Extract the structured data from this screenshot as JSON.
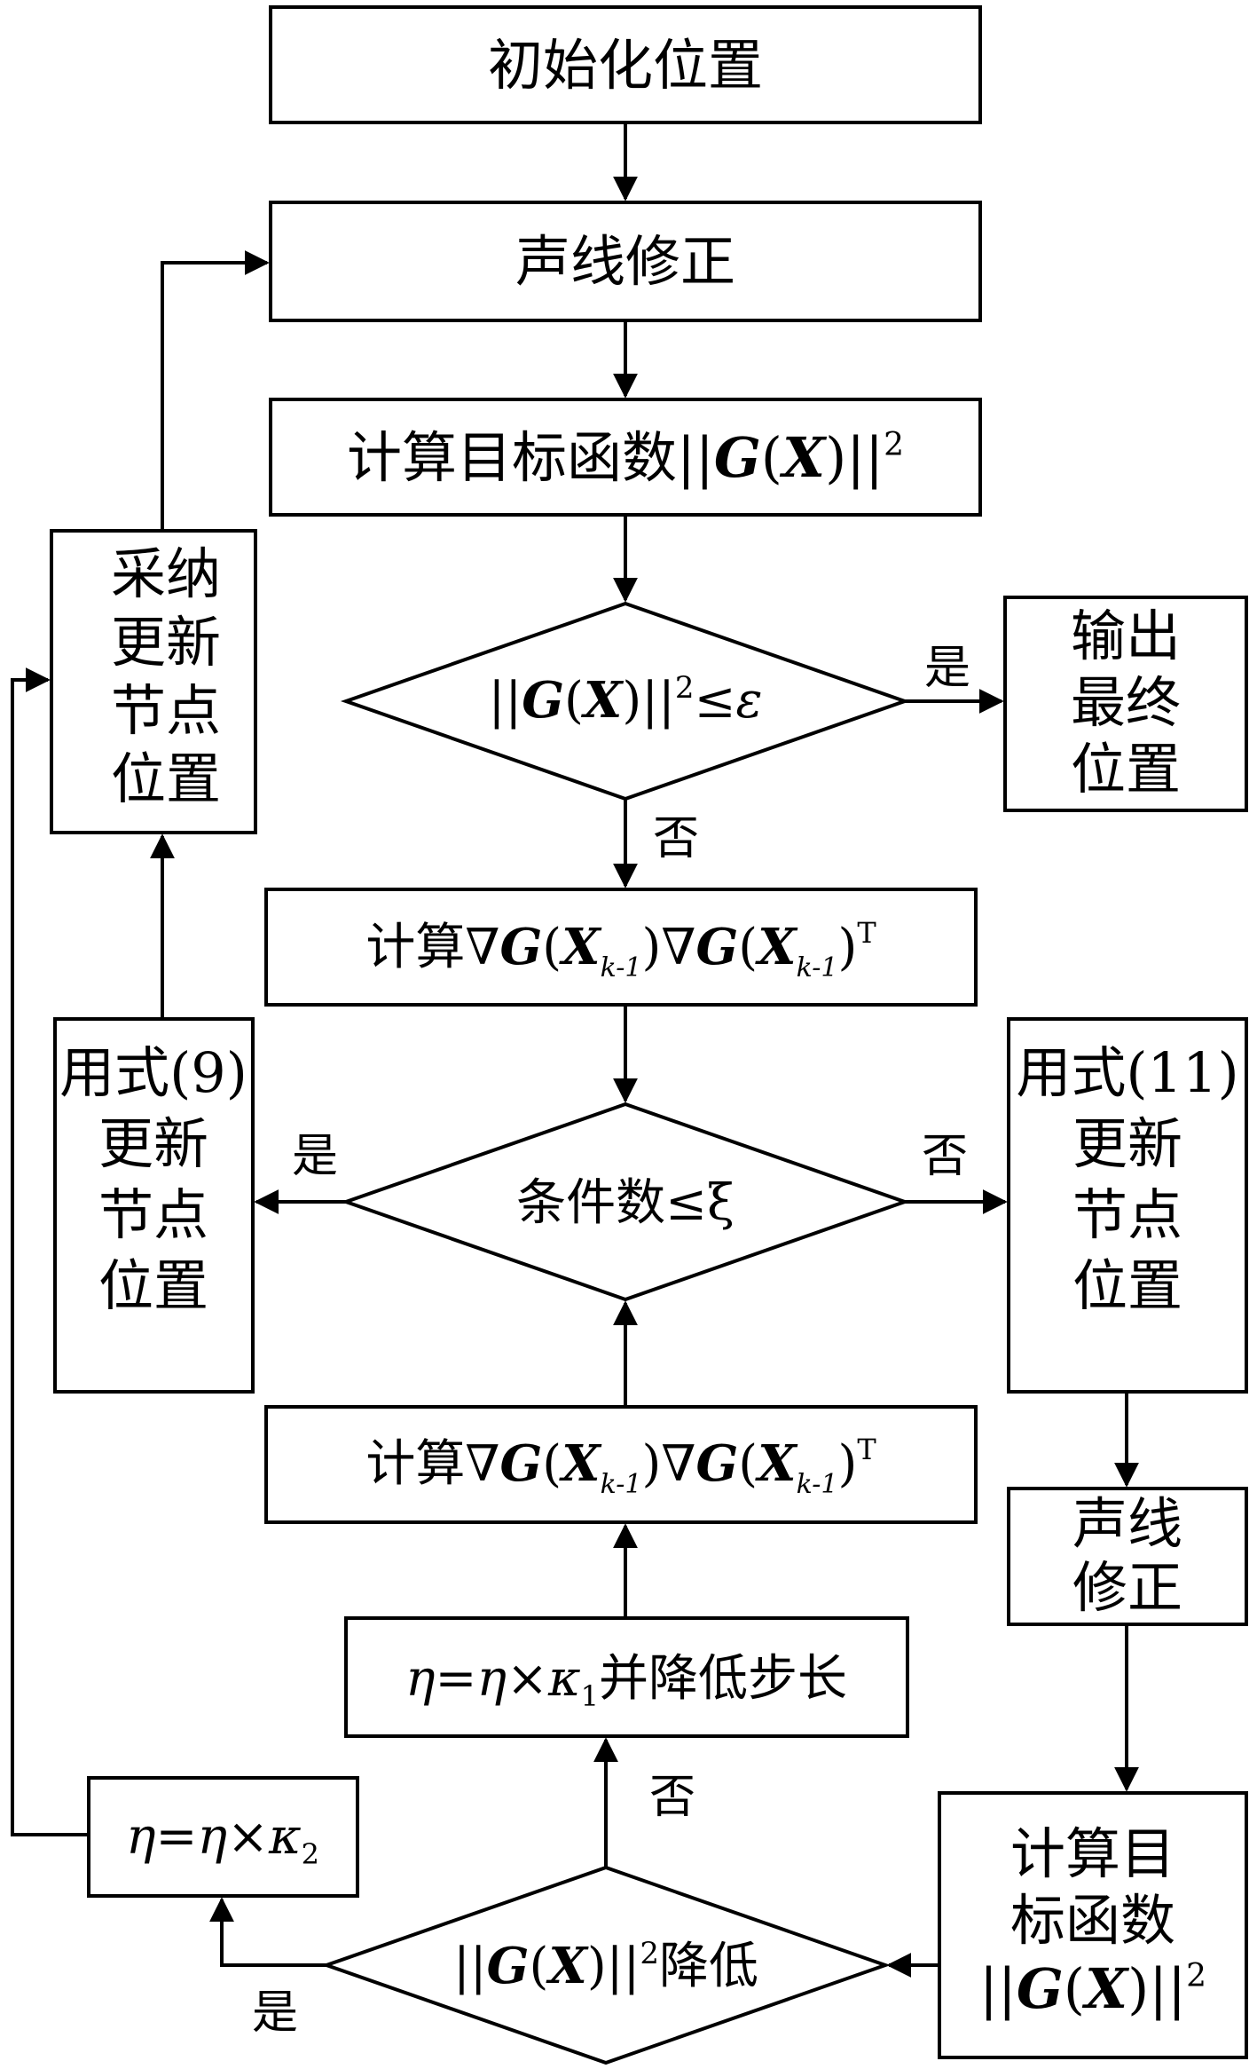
{
  "nodes": {
    "init": "初始化位置",
    "ray1": "声线修正",
    "obj1": {
      "prefix": "计算目标函数",
      "bars": "||",
      "G": "G",
      "lp": "(",
      "X": "X",
      "rp": ")",
      "sup": "2"
    },
    "check1": {
      "bars": "||",
      "G": "G",
      "lp": "(",
      "X": "X",
      "rp": ")",
      "sup": "2",
      "rel": "≤",
      "eps": "ε"
    },
    "output": [
      "输出",
      "最终",
      "位置"
    ],
    "adopt": [
      "采纳",
      "更新",
      "节点",
      "位置"
    ],
    "grad1": {
      "prefix": "计算",
      "nabla": "∇",
      "G": "G",
      "lp": "(",
      "X": "X",
      "sub": "k-1",
      "rp": ")",
      "T": "T"
    },
    "cond": "条件数≤ξ",
    "eq9": [
      "用式(9)",
      "更新",
      "节点",
      "位置"
    ],
    "eq11": [
      "用式(11)",
      "更新",
      "节点",
      "位置"
    ],
    "grad2": {
      "prefix": "计算",
      "nabla": "∇",
      "G": "G",
      "lp": "(",
      "X": "X",
      "sub": "k-1",
      "rp": ")",
      "T": "T"
    },
    "ray2": [
      "声线",
      "修正"
    ],
    "eta1": {
      "eta": "η",
      "eq": "=",
      "times": "×",
      "kappa": "κ",
      "sub": "1",
      "suffix": "并降低步长"
    },
    "eta2": {
      "eta": "η",
      "eq": "=",
      "times": "×",
      "kappa": "κ",
      "sub": "2"
    },
    "obj2": [
      "计算目",
      "标函数"
    ],
    "obj2_formula": {
      "bars": "||",
      "G": "G",
      "lp": "(",
      "X": "X",
      "rp": ")",
      "sup": "2"
    },
    "check2": {
      "bars": "||",
      "G": "G",
      "lp": "(",
      "X": "X",
      "rp": ")",
      "sup": "2",
      "suffix": "降低"
    }
  },
  "edge_labels": {
    "yes_output": "是",
    "no_check1": "否",
    "yes_cond": "是",
    "no_cond": "否",
    "no_check2": "否",
    "yes_check2": "是"
  }
}
